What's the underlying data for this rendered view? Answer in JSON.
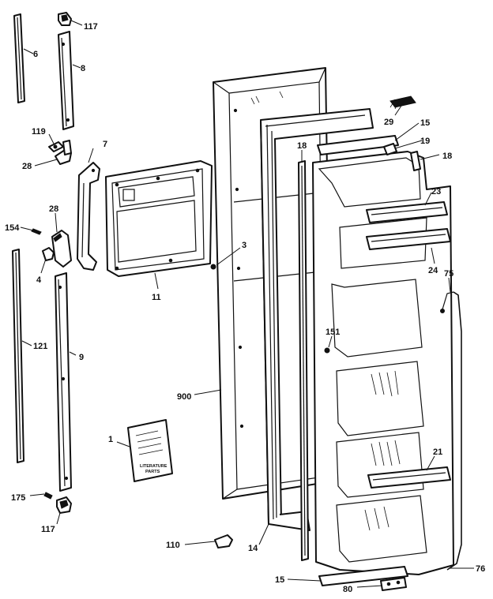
{
  "callouts": {
    "c117_top": "117",
    "c6": "6",
    "c8": "8",
    "c119": "119",
    "c7": "7",
    "c28_top": "28",
    "c28_mid": "28",
    "c154": "154",
    "c4": "4",
    "c11": "11",
    "c3": "3",
    "c121": "121",
    "c9": "9",
    "c1": "1",
    "c175": "175",
    "c117_bottom": "117",
    "c900": "900",
    "c110": "110",
    "c14": "14",
    "c18_left": "18",
    "c18_right": "18",
    "c15_top": "15",
    "c15_bottom": "15",
    "c19": "19",
    "c29": "29",
    "c23": "23",
    "c24": "24",
    "c75": "75",
    "c151": "151",
    "c21": "21",
    "c76": "76",
    "c80": "80"
  },
  "literature_card": {
    "title": "LITERATURE",
    "subtitle": "PARTS"
  }
}
